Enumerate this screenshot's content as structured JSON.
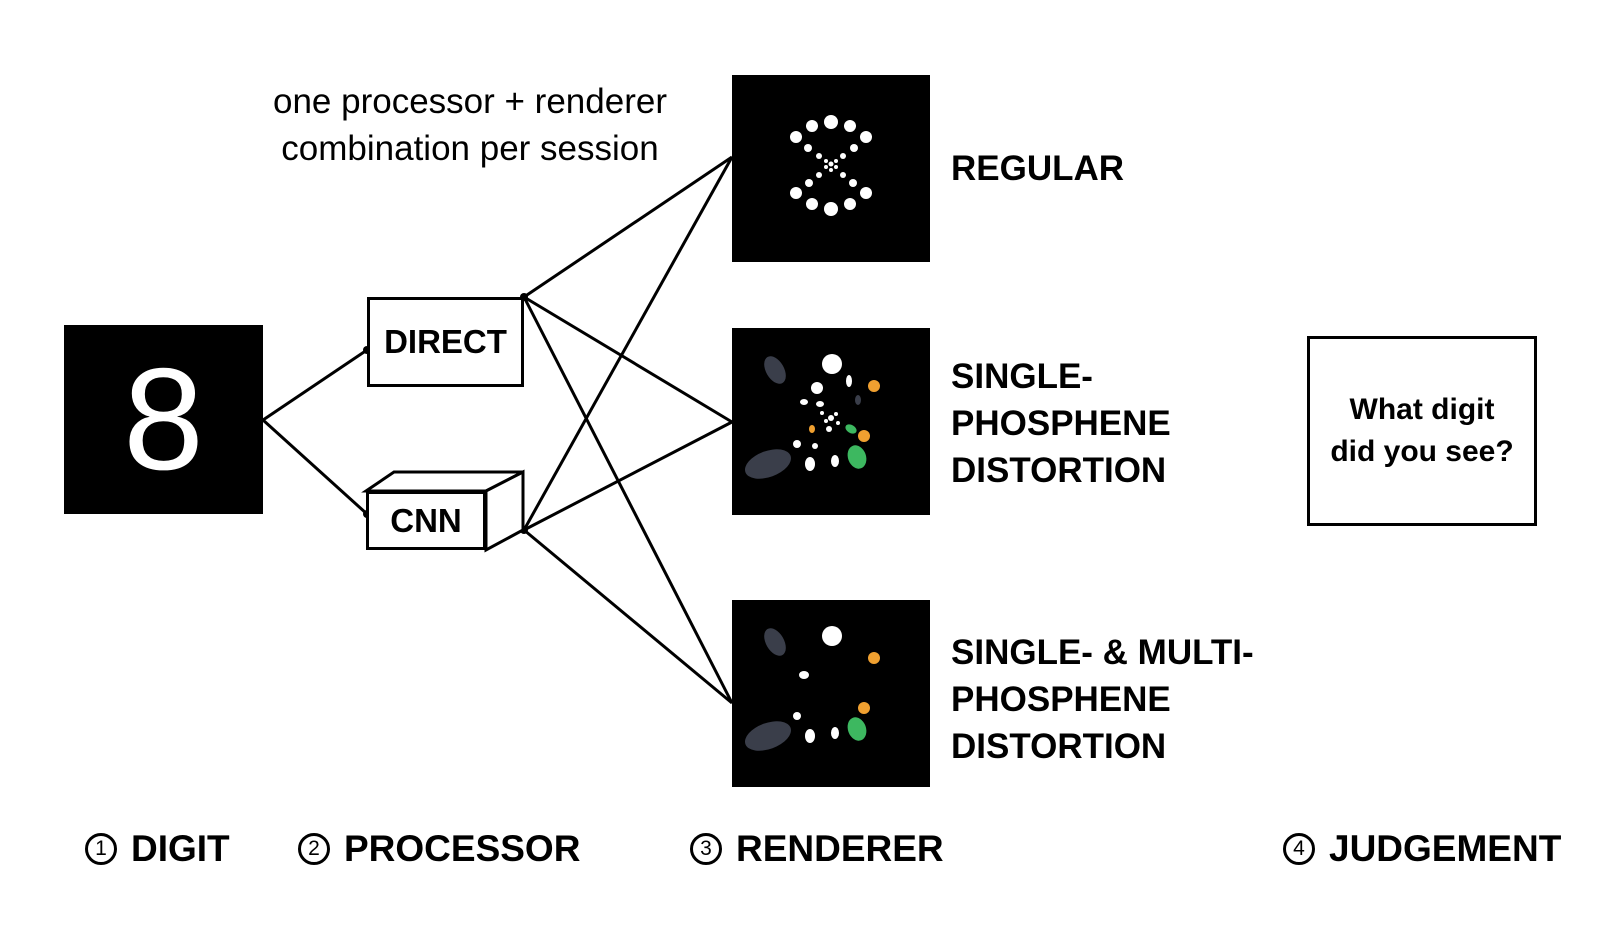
{
  "digit": {
    "value": "8"
  },
  "note": {
    "line1": "one processor + renderer",
    "line2": "combination per session"
  },
  "processors": [
    {
      "label": "DIRECT",
      "icon": "box-2d"
    },
    {
      "label": "CNN",
      "icon": "box-3d"
    }
  ],
  "renderers": [
    {
      "lines": [
        "REGULAR"
      ]
    },
    {
      "lines": [
        "SINGLE-",
        "PHOSPHENE",
        "DISTORTION"
      ]
    },
    {
      "lines": [
        "SINGLE- & MULTI-",
        "PHOSPHENE",
        "DISTORTION"
      ]
    }
  ],
  "judgement": {
    "line1": "What digit",
    "line2": "did you see?"
  },
  "stages": [
    {
      "num": "1",
      "label": "DIGIT"
    },
    {
      "num": "2",
      "label": "PROCESSOR"
    },
    {
      "num": "3",
      "label": "RENDERER"
    },
    {
      "num": "4",
      "label": "JUDGEMENT"
    }
  ],
  "colors": {
    "tile_bg": "#000000",
    "phosphene": "#ffffff",
    "orange": "#f0a030",
    "green": "#3db860",
    "dim": "#3a3e4a"
  }
}
